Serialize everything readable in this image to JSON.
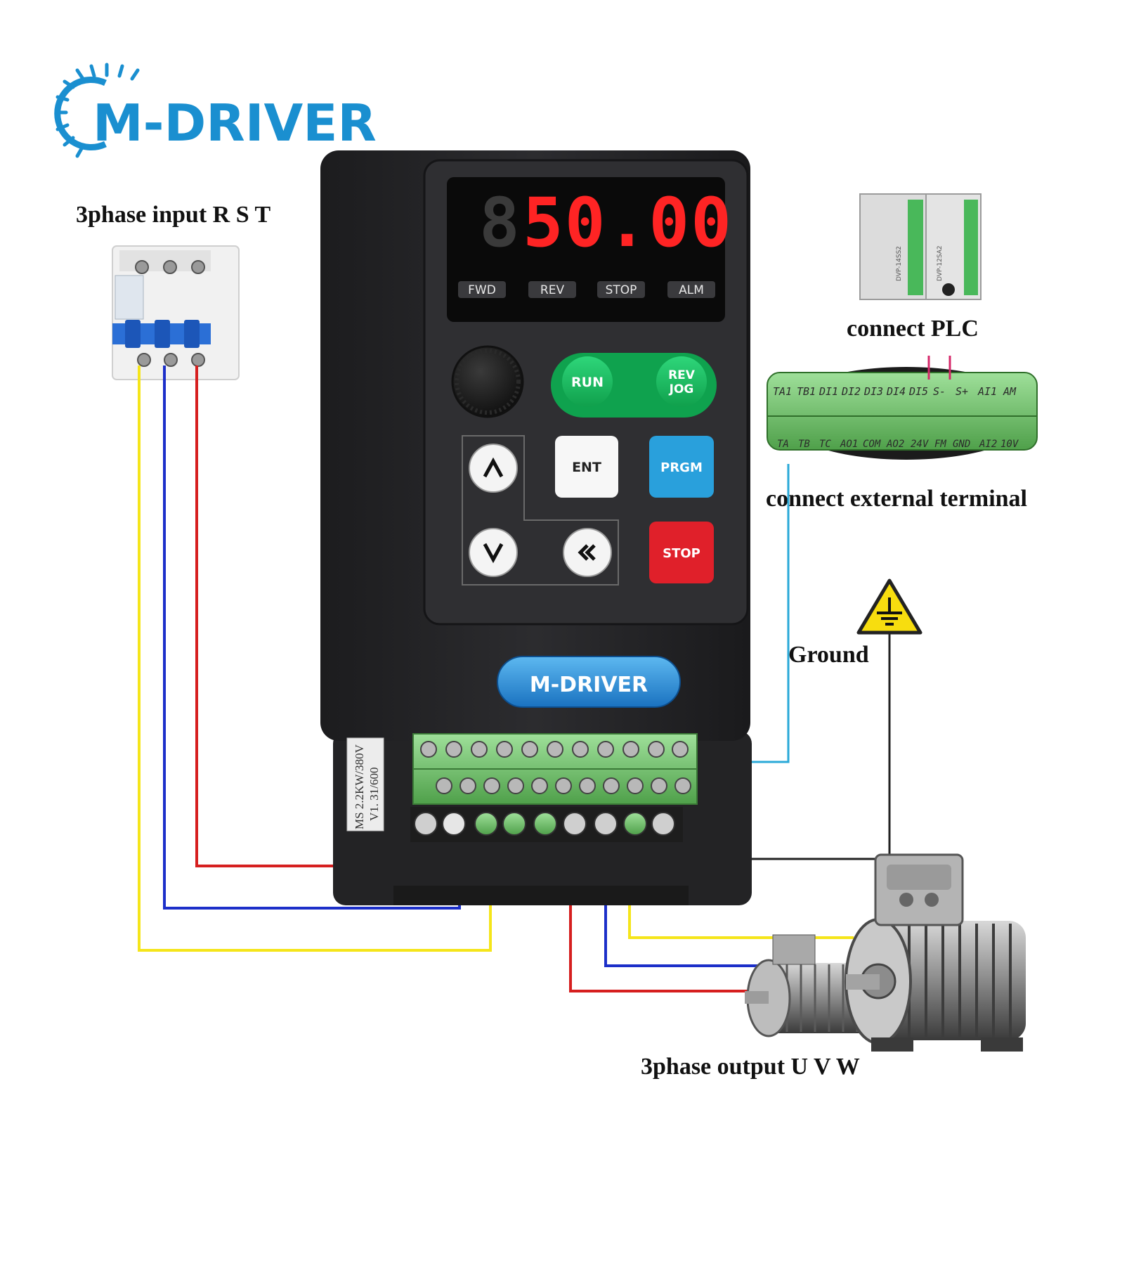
{
  "brand": {
    "name": "M-DRIVER",
    "color_blue": "#1a8fd0"
  },
  "labels": {
    "input": "3phase input R S T",
    "plc": "connect PLC",
    "terminal": "connect external terminal",
    "ground": "Ground",
    "output": "3phase output U V W"
  },
  "display": {
    "readout": "50.00",
    "indicators": [
      "FWD",
      "REV",
      "STOP",
      "ALM"
    ]
  },
  "keypad": {
    "run": "RUN",
    "rev": "REV",
    "jog": "JOG",
    "ent": "ENT",
    "prgm": "PRGM",
    "stop": "STOP"
  },
  "nameplate": {
    "line1": "MS 2.2KW/380V",
    "line2": "V1. 31/600"
  },
  "terminal_strip": {
    "top_row": [
      "TA1",
      "TB1",
      "DI1",
      "DI2",
      "DI3",
      "DI4",
      "DI5",
      "S-",
      "S+",
      "AI1",
      "AM"
    ],
    "bottom_row": [
      "TA",
      "TB",
      "TC",
      "AO1",
      "COM",
      "AO2",
      "24V",
      "FM",
      "GND",
      "AI2",
      "10V"
    ]
  },
  "plc": {
    "model_left": "DVP-14SS2",
    "model_right": "DVP-12SA2"
  },
  "wire_colors": {
    "red": "#d61f1f",
    "blue": "#1c2fc9",
    "yellow": "#f5e51a",
    "cyan": "#2aa9d8",
    "black": "#222222"
  }
}
